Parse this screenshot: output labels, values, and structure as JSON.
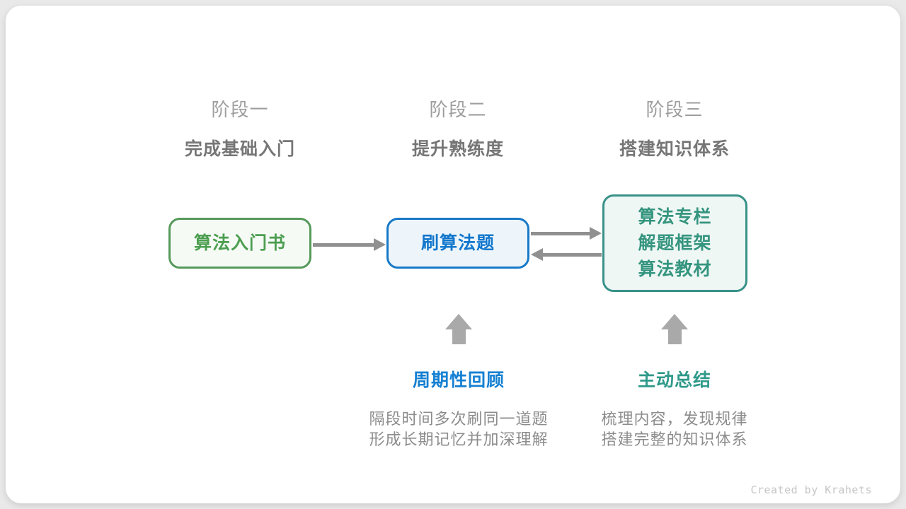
{
  "stages": [
    {
      "label": "阶段一",
      "subtitle": "完成基础入门"
    },
    {
      "label": "阶段二",
      "subtitle": "提升熟练度"
    },
    {
      "label": "阶段三",
      "subtitle": "搭建知识体系"
    }
  ],
  "nodes": [
    {
      "id": "intro-book",
      "lines": [
        "算法入门书"
      ],
      "border_color": "#569a5b",
      "text_color": "#4c9e50",
      "bg_color": "#f5faf5"
    },
    {
      "id": "practice",
      "lines": [
        "刷算法题"
      ],
      "border_color": "#1779c8",
      "text_color": "#1377cc",
      "bg_color": "#edf5fb"
    },
    {
      "id": "resources",
      "lines": [
        "算法专栏",
        "解题框架",
        "算法教材"
      ],
      "border_color": "#389288",
      "text_color": "#35957f",
      "bg_color": "#eff7f5"
    }
  ],
  "annotations": [
    {
      "title": "周期性回顾",
      "title_color": "#1580d2",
      "lines": [
        "隔段时间多次刷同一道题",
        "形成长期记忆并加深理解"
      ]
    },
    {
      "title": "主动总结",
      "title_color": "#2f998a",
      "lines": [
        "梳理内容，发现规律",
        "搭建完整的知识体系"
      ]
    }
  ],
  "arrows": {
    "color": "#909090",
    "up_color": "#a9a9a9",
    "flow": [
      "intro-book → practice",
      "practice → resources",
      "resources → practice"
    ]
  },
  "credit": "Created by Krahets"
}
